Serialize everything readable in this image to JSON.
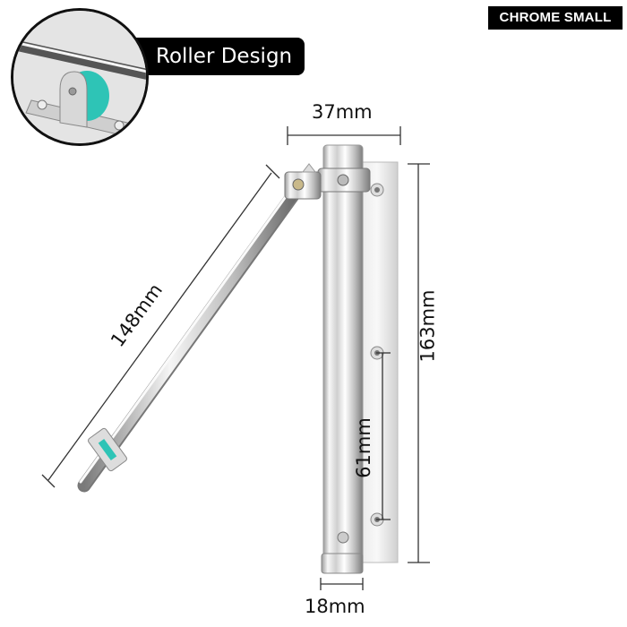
{
  "badge": {
    "label": "CHROME SMALL"
  },
  "callout": {
    "label": "Roller Design",
    "roller_color": "#2ec4b6"
  },
  "dimensions": {
    "width_top": "37mm",
    "arm_length": "148mm",
    "plate_height": "163mm",
    "hole_spacing": "61mm",
    "cylinder_diameter": "18mm"
  },
  "colors": {
    "background": "#ffffff",
    "badge_bg": "#000000",
    "badge_text": "#ffffff",
    "dimension_line": "#333333",
    "chrome_light": "#f2f2f2",
    "chrome_dark": "#8a8a8a",
    "accent_teal": "#2ec4b6"
  }
}
